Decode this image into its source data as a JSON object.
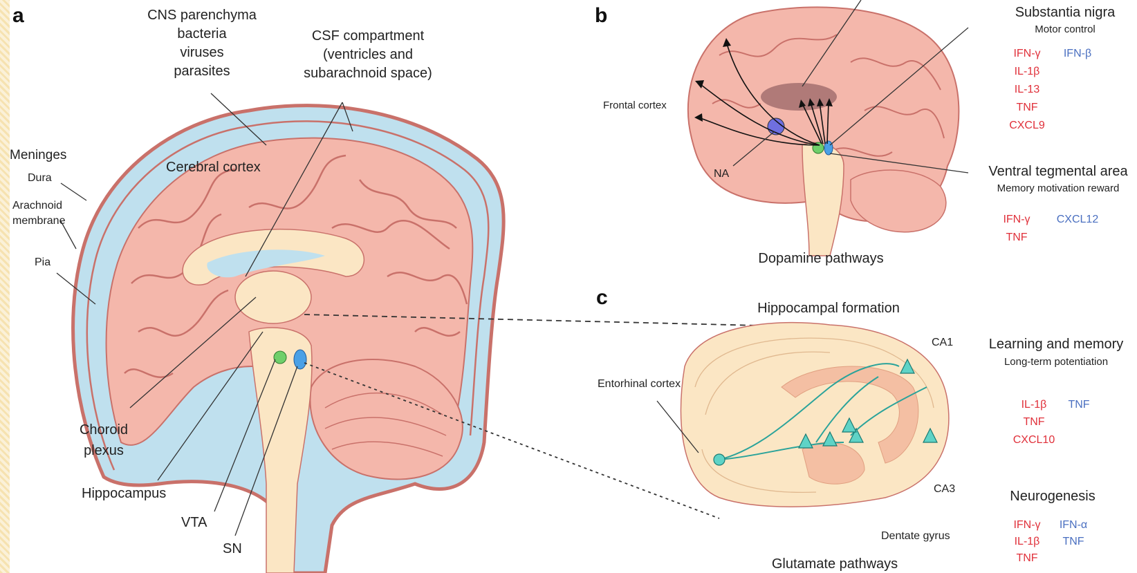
{
  "colors": {
    "background": "#ffffff",
    "brain": "#f4b7ab",
    "brain_sulci": "#c9716a",
    "csf": "#bfe0ee",
    "meninges": "#c9716a",
    "brainstem": "#fbe6c4",
    "axon": "#2aa39a",
    "pro_inflammatory": "#e0303a",
    "anti_inflammatory": "#4a6fc0",
    "vta_color": "#6fcf6a",
    "sn_color": "#4aa0e6",
    "na_color": "#6f6fe0"
  },
  "panel_a": {
    "letter": "a",
    "cns_parenchyma": [
      "CNS parenchyma",
      "bacteria",
      "viruses",
      "parasites"
    ],
    "csf_compartment": [
      "CSF compartment",
      "(ventricles and",
      "subarachnoid space)"
    ],
    "meninges": "Meninges",
    "dura": "Dura",
    "arachnoid": [
      "Arachnoid",
      "membrane"
    ],
    "pia": "Pia",
    "cerebral_cortex": "Cerebral cortex",
    "choroid_plexus": [
      "Choroid",
      "plexus"
    ],
    "hippocampus": "Hippocampus",
    "vta": "VTA",
    "sn": "SN"
  },
  "panel_b": {
    "letter": "b",
    "frontal_cortex": "Frontal cortex",
    "na": "NA",
    "substantia_nigra": {
      "title": "Substantia nigra",
      "subtitle": "Motor control",
      "red": [
        "IFN-γ",
        "IL-1β",
        "IL-13",
        "TNF",
        "CXCL9"
      ],
      "blue": [
        "IFN-β"
      ]
    },
    "vta": {
      "title": "Ventral tegmental area",
      "subtitle": "Memory motivation reward",
      "red": [
        "IFN-γ",
        "TNF"
      ],
      "blue": [
        "CXCL12"
      ]
    },
    "caption": "Dopamine pathways"
  },
  "panel_c": {
    "letter": "c",
    "title": "Hippocampal formation",
    "entorhinal": "Entorhinal cortex",
    "ca1": "CA1",
    "ca3": "CA3",
    "dentate": "Dentate gyrus",
    "learning": {
      "title": "Learning and memory",
      "subtitle": "Long-term potentiation",
      "red": [
        "IL-1β",
        "TNF",
        "CXCL10"
      ],
      "blue": [
        "TNF"
      ]
    },
    "neurogenesis": {
      "title": "Neurogenesis",
      "red": [
        "IFN-γ",
        "IL-1β",
        "TNF"
      ],
      "blue": [
        "IFN-α",
        "TNF"
      ]
    },
    "caption": "Glutamate pathways"
  }
}
